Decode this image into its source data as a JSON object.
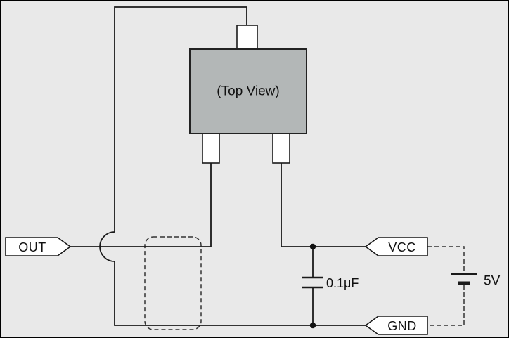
{
  "diagram": {
    "package": {
      "label": "(Top View)"
    },
    "connectors": {
      "out": "OUT",
      "vcc": "VCC",
      "gnd": "GND"
    },
    "components": {
      "capacitor_label": "0.1μF",
      "battery_label": "5V"
    }
  },
  "colors": {
    "background": "#e9e9e9",
    "package_fill": "#b3b7b7",
    "line": "#1a1a1a",
    "pin_fill": "#ffffff",
    "label_fill": "#ffffff"
  }
}
